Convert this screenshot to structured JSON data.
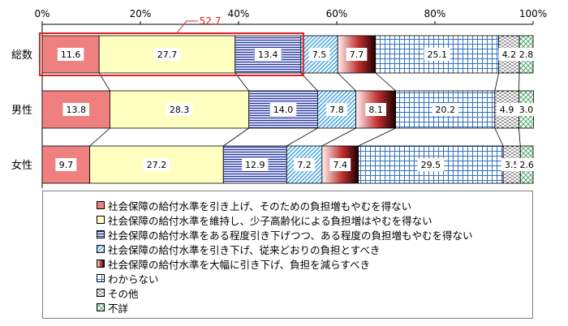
{
  "colors": {
    "s0": "#f08080",
    "s1": "#ffffc0",
    "s2": "#2030a0",
    "s3": "#60b0e0",
    "s4": "#800000",
    "s5": "#3070c0",
    "s6": "#404040",
    "s7": "#40a060",
    "highlight": "#e02020"
  },
  "chart_data": {
    "type": "bar",
    "orientation": "horizontal",
    "stacked": true,
    "xlim": [
      0,
      100
    ],
    "x_ticks": [
      "0%",
      "20%",
      "40%",
      "60%",
      "80%",
      "100%"
    ],
    "categories": [
      "総数",
      "男性",
      "女性"
    ],
    "series": [
      {
        "name": "社会保障の給付水準を引き上げ、そのための負担増もやむを得ない",
        "values": [
          11.6,
          13.8,
          9.7
        ]
      },
      {
        "name": "社会保障の給付水準を維持し、少子高齢化による負担増はやむを得ない",
        "values": [
          27.7,
          28.3,
          27.2
        ]
      },
      {
        "name": "社会保障の給付水準をある程度引き下げつつ、ある程度の負担増もやむを得ない",
        "values": [
          13.4,
          14.0,
          12.9
        ]
      },
      {
        "name": "社会保障の給付水準を引き下げ、従来どおりの負担とすべき",
        "values": [
          7.5,
          7.8,
          7.2
        ]
      },
      {
        "name": "社会保障の給付水準を大幅に引き下げ、負担を減らすべき",
        "values": [
          7.7,
          8.1,
          7.4
        ]
      },
      {
        "name": "わからない",
        "values": [
          25.1,
          20.2,
          29.5
        ]
      },
      {
        "name": "その他",
        "values": [
          4.2,
          4.9,
          3.5
        ]
      },
      {
        "name": "不詳",
        "values": [
          2.8,
          3.0,
          2.6
        ]
      }
    ],
    "annotation": {
      "label": "52.7",
      "category": "総数",
      "series_from": 0,
      "series_to": 2
    },
    "grid": false,
    "legend_position": "bottom"
  }
}
